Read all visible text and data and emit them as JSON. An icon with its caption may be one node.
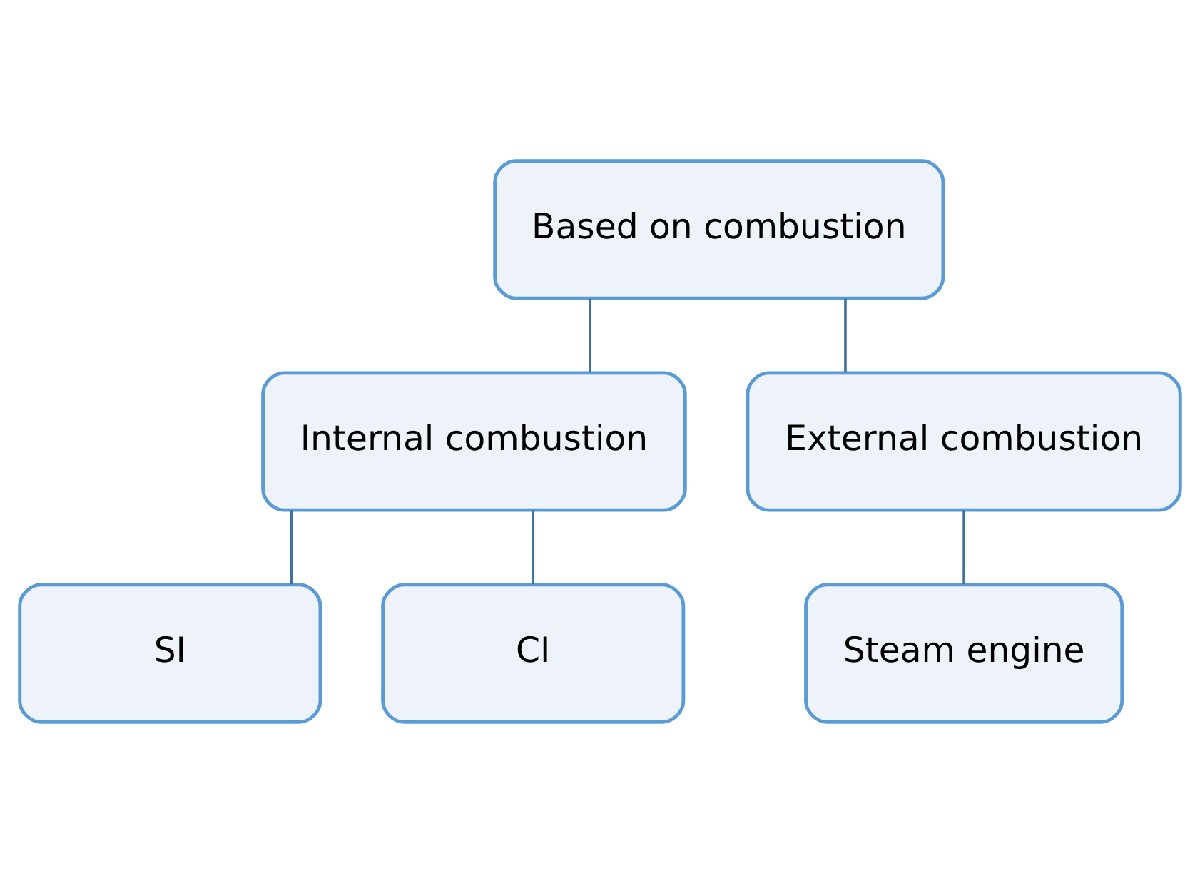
{
  "diagram": {
    "nodes": [
      {
        "text": [
          "Based on combustion"
        ]
      },
      {
        "text": [
          "Internal combustion"
        ]
      },
      {
        "text": [
          "External combustion"
        ]
      },
      {
        "text": [
          "SI"
        ]
      },
      {
        "text": [
          "CI"
        ]
      },
      {
        "text": [
          "Steam engine"
        ]
      }
    ],
    "edges": [
      {
        "from": 0,
        "to": 1,
        "arrow": "none"
      },
      {
        "from": 0,
        "to": 2,
        "arrow": "none"
      },
      {
        "from": 1,
        "to": 3,
        "arrow": "none"
      },
      {
        "from": 1,
        "to": 4,
        "arrow": "none"
      },
      {
        "from": 2,
        "to": 5,
        "arrow": "none"
      }
    ]
  }
}
